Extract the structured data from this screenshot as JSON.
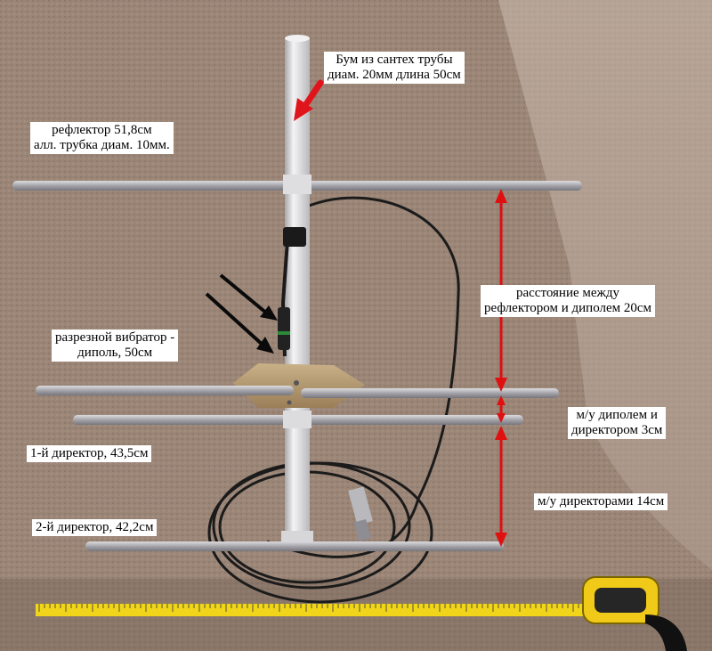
{
  "colors": {
    "carpet": "#9b8677",
    "carpet_dark": "#7d6a5e",
    "wall": "#c4b2a5",
    "pipe": "#e3e2e4",
    "rod": "#b7b6bc",
    "cable": "#1b1b1b",
    "plate": "#b49a72",
    "tape_yellow": "#f1d51a",
    "arrow_red": "#e0141b",
    "measure_red": "#e01010",
    "arrow_black": "#0a0a0a"
  },
  "labels": {
    "boom": [
      "Бум из сантех трубы",
      "диам. 20мм длина 50см"
    ],
    "reflector": [
      "рефлектор 51,8см",
      "алл. трубка диам. 10мм."
    ],
    "dipole": [
      "разрезной вибратор -",
      "диполь, 50см"
    ],
    "spacing_reflector_dipole": [
      "расстояние между",
      "рефлектором и диполем 20см"
    ],
    "spacing_dipole_director": [
      "м/у диполем и",
      "директором 3см"
    ],
    "director1": [
      "1-й директор, 43,5см"
    ],
    "director2": [
      "2-й директор, 42,2см"
    ],
    "spacing_directors": [
      "м/у директорами 14см"
    ]
  },
  "icons": {
    "boom_arrow": "red-arrow-icon",
    "connector_arrows": "black-arrow-icon",
    "measure_arrows": "double-headed-arrow-icon"
  }
}
